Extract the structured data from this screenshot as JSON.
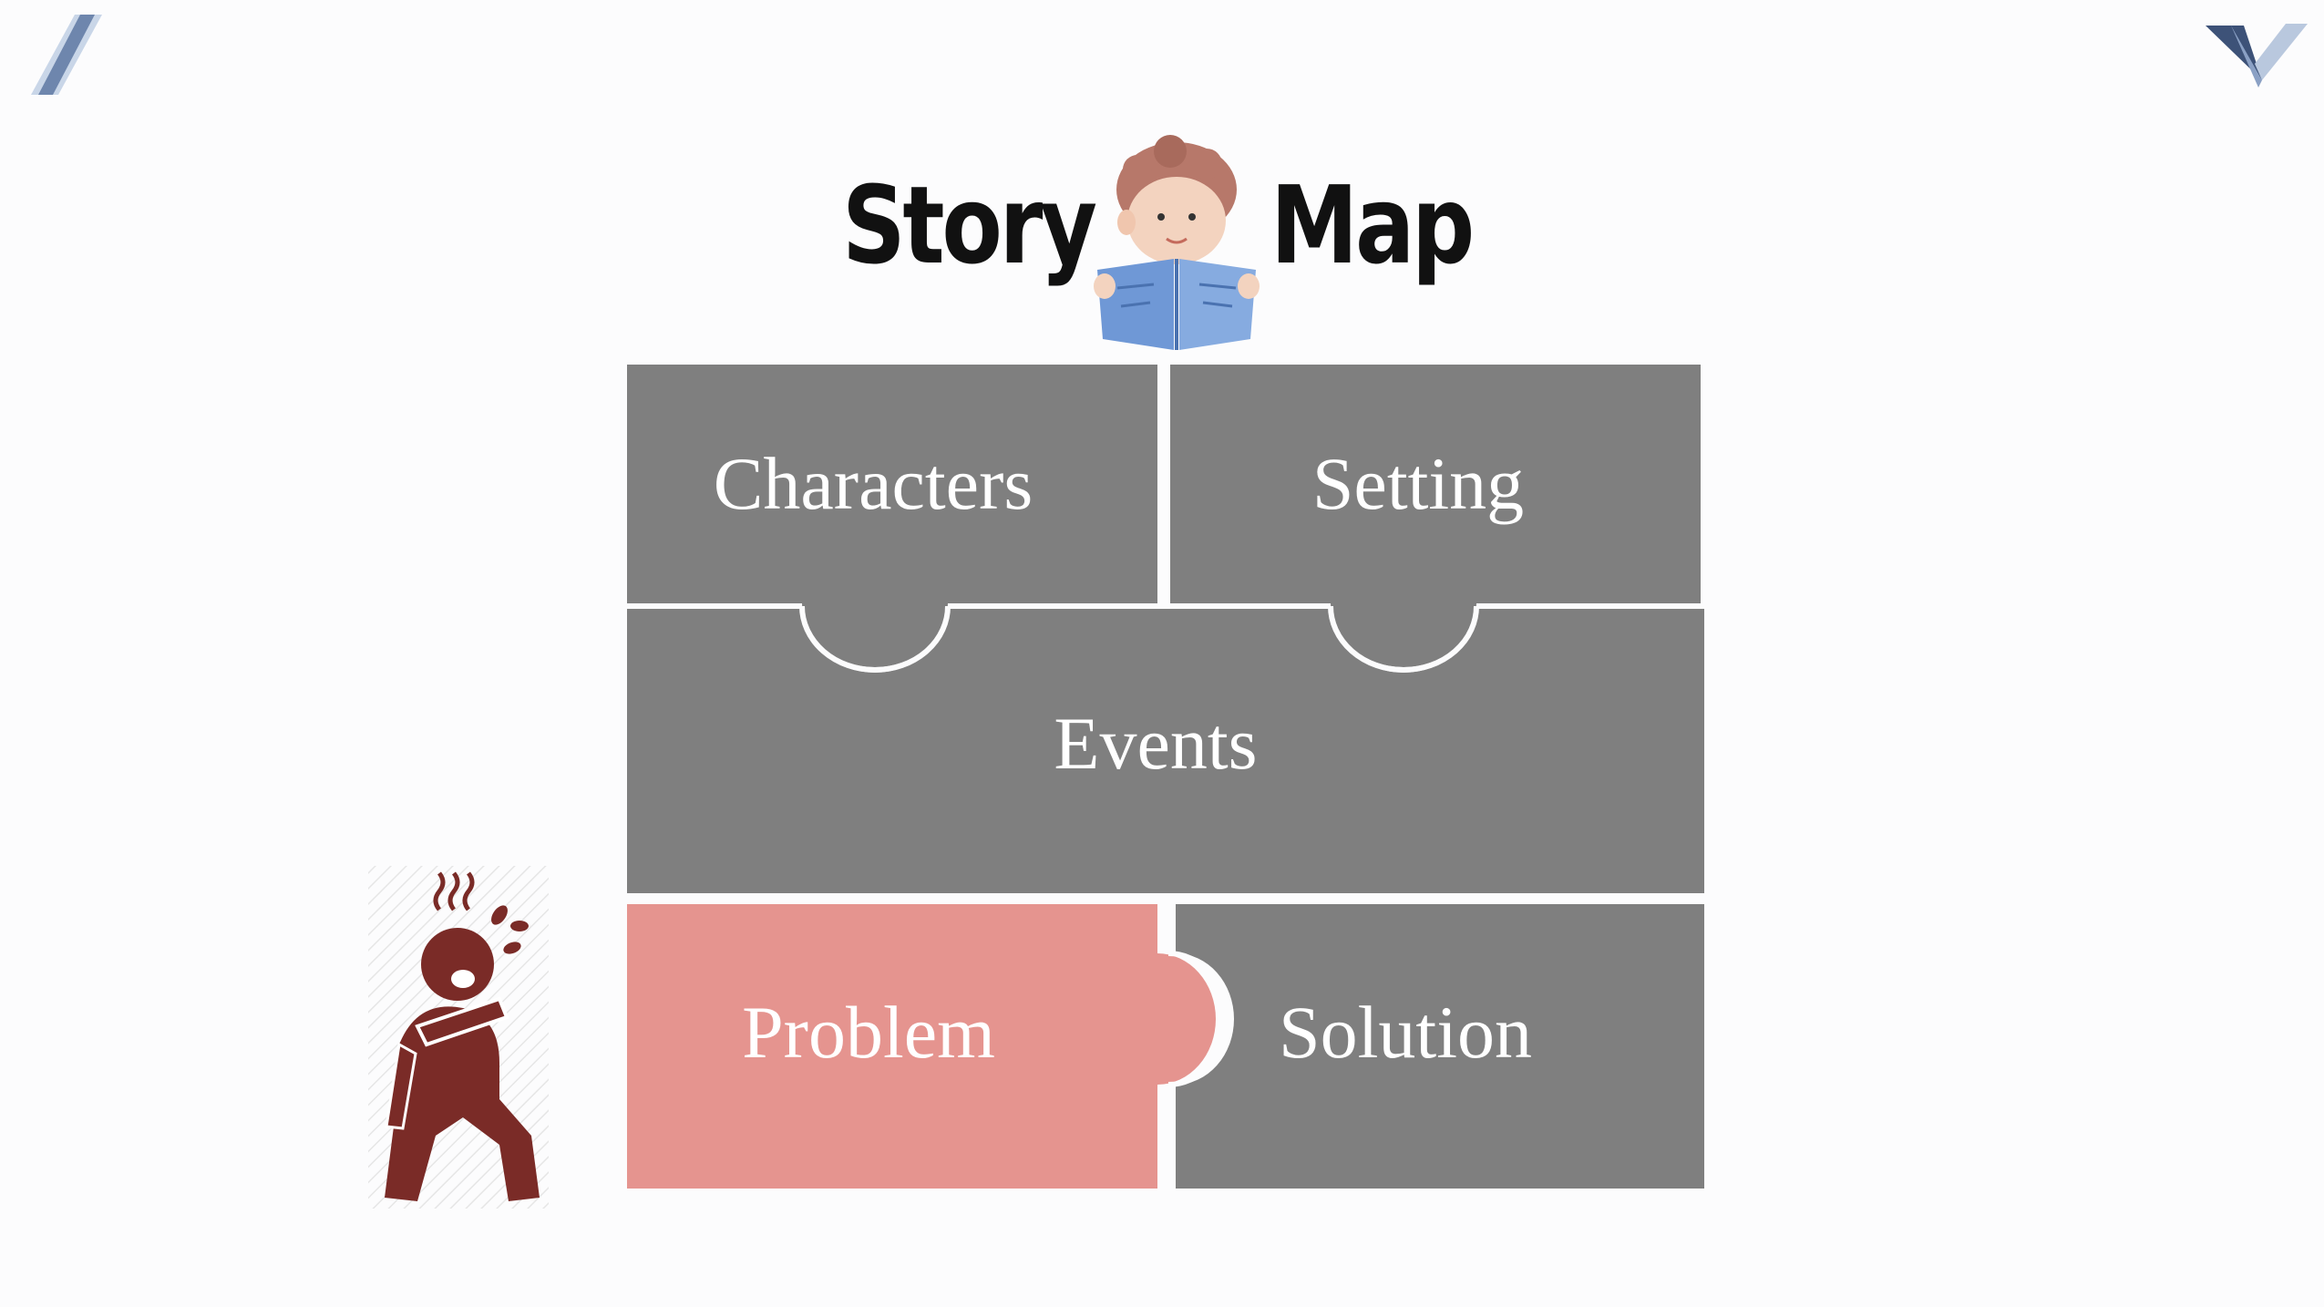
{
  "slide": {
    "title_left": "Story",
    "title_right": "Map"
  },
  "pieces": {
    "characters": "Characters",
    "setting": "Setting",
    "events": "Events",
    "problem": "Problem",
    "solution": "Solution"
  },
  "colors": {
    "piece_gray": "#7f7f7f",
    "piece_highlight": "#e5948f",
    "label_text": "#ffffff",
    "figure": "#7a2b27",
    "accent_blue": "#5a7aa8"
  },
  "icons": {
    "corner_left": "slash-stripe-icon",
    "corner_right": "chevron-down-logo-icon",
    "boy": "boy-reading-book-icon",
    "person": "frustrated-person-icon"
  }
}
